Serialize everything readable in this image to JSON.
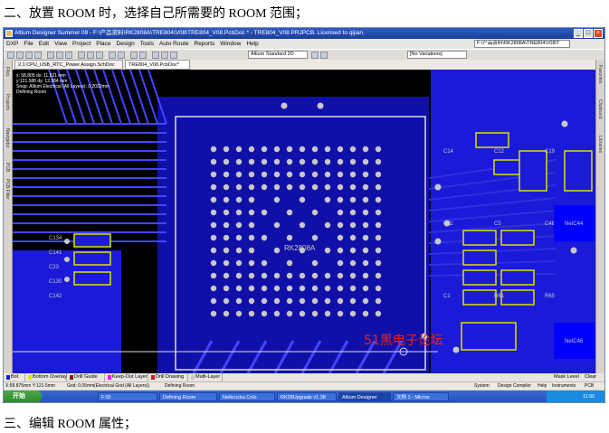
{
  "doc": {
    "heading_top": "二、放置 ROOM 时，选择自己所需要的 ROOM 范围；",
    "heading_bottom": "三、编辑 ROOM 属性；"
  },
  "window": {
    "title": "Altium Designer Summer 09 - F:\\产品资料\\RK2808A\\TRE804\\V08\\TRE804_V08.PcbDoc * - TRE804_V08.PRJPCB. Licensed to qijian.",
    "controls": [
      "_",
      "□",
      "×"
    ]
  },
  "menu": {
    "items": [
      "DXP",
      "File",
      "Edit",
      "View",
      "Project",
      "Place",
      "Design",
      "Tools",
      "Auto Route",
      "Reports",
      "Window",
      "Help"
    ],
    "style_combo": "Altium Standard 2D",
    "variations_combo": "[No Variations]",
    "path_combo": "F:\\产品资料\\RK2808A\\TRE804\\V08\\T"
  },
  "doc_tabs": [
    {
      "label": "2.1 CPU_USB_RTC_Power Assign.SchDoc",
      "active": false
    },
    {
      "label": "TRE804_V08.PcbDoc*",
      "active": true
    }
  ],
  "side_panels": {
    "left": [
      "Files",
      "Projects",
      "Navigator",
      "PCB",
      "PCB Filter"
    ],
    "right": [
      "Favorites",
      "Clipboard",
      "Libraries"
    ]
  },
  "hud": {
    "line1": "x: 58.805  dx: 11.521 mm",
    "line2": "y:121.588  dy: 12.384 mm",
    "line3": "Snap: Altium Electrical (All Layers): 0.2032mm",
    "line4": "Defining Room"
  },
  "pcb": {
    "chip_label": "RK2808A",
    "labels_left": [
      "C134",
      "C141",
      "C23",
      "C130",
      "C142"
    ],
    "labels_right": [
      "C14",
      "C12",
      "C19",
      "C11",
      "C5",
      "C46",
      "C1",
      "R61",
      "R65",
      "NetC44",
      "NetC46"
    ],
    "net_right_1": "NetC44",
    "net_right_2": "NetC46",
    "colors": {
      "board": "#000000",
      "copper": "#1a1ad8",
      "trace": "#4444ff",
      "pad": "#c8c8c8",
      "silk": "#e0e000",
      "room_outline": "#dcdcdc"
    }
  },
  "watermark": "51黑电子论坛",
  "layer_tabs": [
    {
      "label": "Bot",
      "color": "#1a1ad8"
    },
    {
      "label": "Bottom Overlay",
      "color": "#e0e000"
    },
    {
      "label": "Drill Guide",
      "color": "#8a1a1a"
    },
    {
      "label": "Keep-Out Layer",
      "color": "#ff00ff"
    },
    {
      "label": "Drill Drawing",
      "color": "#c01a1a"
    },
    {
      "label": "Multi-Layer",
      "color": "#c8c8c8"
    }
  ],
  "layer_right": [
    "Mask Level",
    "Clear"
  ],
  "status": {
    "coords": "X:58.875mm Y:121.5mm",
    "grid": "Grid: 0.05mm",
    "snap": "(Electrical Grid (All Layers))",
    "mode": "Defining Room",
    "tabs": [
      "System",
      "Design Compiler",
      "Help",
      "Instruments",
      "PCB"
    ]
  },
  "taskbar": {
    "start": "开始",
    "tasks": [
      {
        "label": "F:\\D",
        "active": false
      },
      {
        "label": "Defining Room",
        "active": false
      },
      {
        "label": "Netkrucka Colo",
        "active": false
      },
      {
        "label": "RK28Upgrade v1.38",
        "active": false
      },
      {
        "label": "Altium Designer",
        "active": true
      },
      {
        "label": "文档 1 - Micros",
        "active": false
      }
    ],
    "clock": "11:50"
  }
}
